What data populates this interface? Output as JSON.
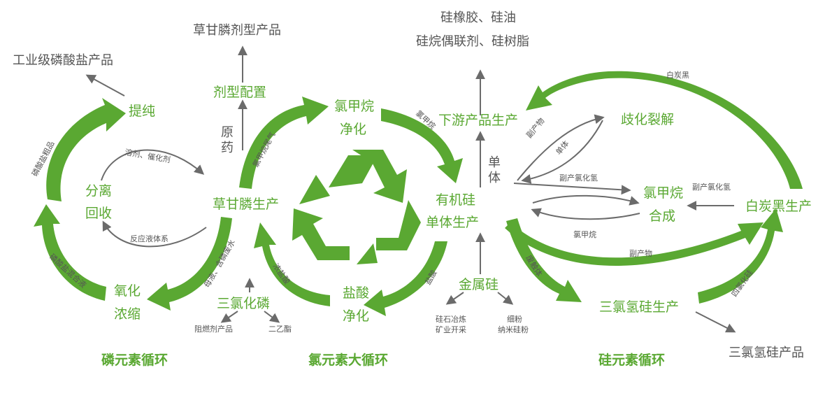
{
  "colors": {
    "green": "#5aa832",
    "arrow_gray": "#6b6b6b",
    "text_gray": "#555555"
  },
  "cycles": {
    "phosphorus": "磷元素循环",
    "chlorine": "氯元素大循环",
    "silicon": "硅元素循环"
  },
  "nodes": {
    "industrial_phosphate": "工业级磷酸盐产品",
    "glyphosate_formulation": "草甘膦剂型产品",
    "purify": "提纯",
    "formulation": "剂型配置",
    "raw_drug_1": "原",
    "raw_drug_2": "药",
    "separation_1": "分离",
    "separation_2": "回收",
    "glyphosate_production": "草甘膦生产",
    "oxidation_1": "氧化",
    "oxidation_2": "浓缩",
    "pcl3": "三氯化磷",
    "flame_retardant": "阻燃剂产品",
    "diethyl_ester": "二乙酯",
    "chloromethane_purify_1": "氯甲烷",
    "chloromethane_purify_2": "净化",
    "hcl_purify_1": "盐酸",
    "hcl_purify_2": "净化",
    "silicone_line1": "硅橡胶、硅油",
    "silicone_line2": "硅烷偶联剂、硅树脂",
    "downstream": "下游产品生产",
    "monomer_label_1": "单",
    "monomer_label_2": "体",
    "organosilicon_1": "有机硅",
    "organosilicon_2": "单体生产",
    "metal_si": "金属硅",
    "smelting_1": "硅石冶炼",
    "smelting_2": "矿业开采",
    "fine_powder_1": "细粉",
    "fine_powder_2": "纳米硅粉",
    "cracking": "歧化裂解",
    "chloromethane_synth_1": "氯甲烷",
    "chloromethane_synth_2": "合成",
    "white_carbon": "白炭黑生产",
    "trichlorosilane": "三氯氢硅生产",
    "trichlorosilane_product": "三氯氢硅产品"
  },
  "labels": {
    "crude_phosphate": "磷酸盐粗品",
    "mixed_phosphate": "磷酸盐混合液",
    "solvent_catalyst": "溶剂、催化剂",
    "reaction_system": "反应液体系",
    "chloromethane_tail": "氯甲烷尾气",
    "mother_liquor": "母液、含磷废水",
    "conc_hcl": "浓盐酸",
    "chloromethane": "氯甲烷",
    "hcl": "盐酸",
    "byproduct_1": "副产物",
    "monomer": "单体",
    "byproduct_hcl_1": "副产氯化氢",
    "byproduct_hcl_2": "副产氯化氢",
    "chloromethane_2": "氯甲烷",
    "byproduct_2": "副产物",
    "waste_liquid": "废触体",
    "sicl4": "四氯化硅",
    "white_carbon_black": "白炭黑"
  }
}
